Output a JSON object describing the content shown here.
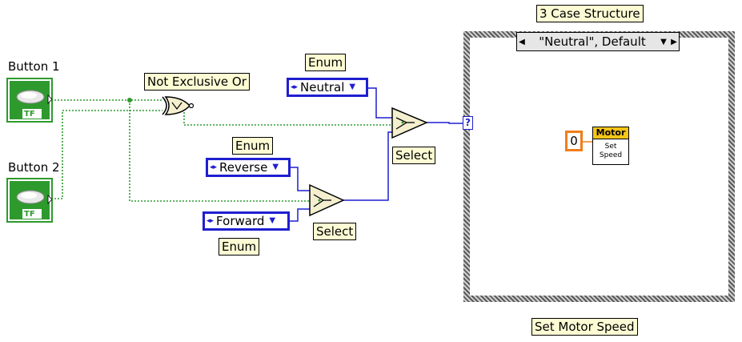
{
  "controls": {
    "button1": {
      "label": "Button 1",
      "badge": "TF"
    },
    "button2": {
      "label": "Button 2",
      "badge": "TF"
    }
  },
  "nodes": {
    "not_exclusive_or": {
      "label": "Not Exclusive Or"
    },
    "select_top": {
      "label": "Select"
    },
    "select_bottom": {
      "label": "Select"
    }
  },
  "enums": {
    "neutral": {
      "value": "Neutral",
      "label": "Enum"
    },
    "reverse": {
      "value": "Reverse",
      "label": "Enum"
    },
    "forward": {
      "value": "Forward",
      "label": "Enum"
    }
  },
  "case_structure": {
    "title": "3 Case Structure",
    "selector": "\"Neutral\", Default",
    "terminal": "?",
    "caption": "Set Motor Speed",
    "constant": "0",
    "subvi": {
      "header": "Motor",
      "body_line1": "Set",
      "body_line2": "Speed"
    }
  },
  "colors": {
    "boolean_wire": "#2e9a2e",
    "enum_wire": "#1f1fd0",
    "numeric_constant": "#f07e1a",
    "subvi_header": "#f5c518",
    "note_bg": "#fdfbd4"
  }
}
